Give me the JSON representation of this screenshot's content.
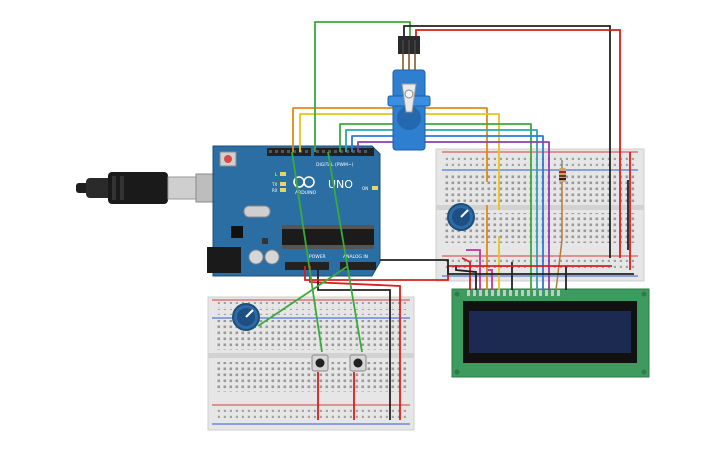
{
  "arduino": {
    "brand": "ARDUINO",
    "model": "UNO",
    "digital_label": "DIGITAL (PWM~)",
    "power_label": "POWER",
    "analog_label": "ANALOG IN",
    "small_labels": [
      "L",
      "TX",
      "RX",
      "ON"
    ]
  },
  "colors": {
    "arduino_blue": "#2b6ea3",
    "breadboard": "#e6e6e6",
    "lcd_pcb": "#3e9b5f",
    "lcd_screen": "#1c2a52",
    "servo_blue": "#2f7fd0",
    "wire_red": "#d61f1f",
    "wire_black": "#222222",
    "wire_green": "#3aab3a",
    "wire_orange": "#e08a12",
    "wire_yellow": "#e8c21a",
    "wire_teal": "#2aa6b0",
    "wire_blue": "#2c79d8",
    "wire_purple": "#8f3fb0",
    "wire_magenta": "#c0359b"
  },
  "components": {
    "usb_cable": "usb-cable",
    "servo": "servo-motor",
    "potentiometers": 2,
    "pushbuttons": 2,
    "resistor": "resistor",
    "lcd": "lcd-16x2"
  }
}
